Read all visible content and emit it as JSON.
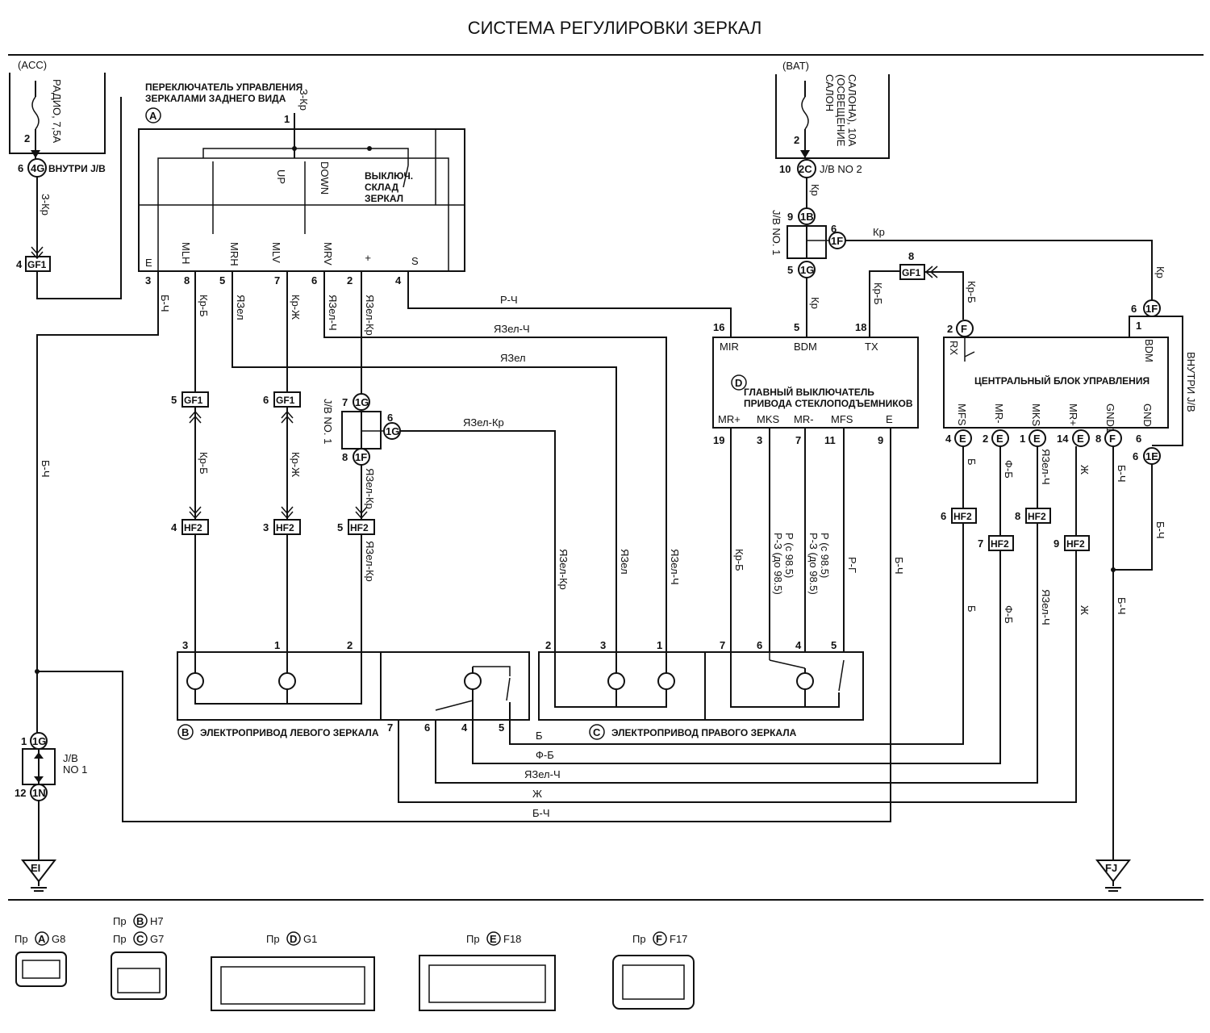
{
  "title": "СИСТЕМА РЕГУЛИРОВКИ ЗЕРКАЛ",
  "fuses": {
    "acc": {
      "tag": "(ACC)",
      "label1": "РАДИО, 7,5А",
      "pin": "2",
      "conn_pin": "6",
      "conn": "4G",
      "conn_note": "ВНУТРИ J/B"
    },
    "bat": {
      "tag": "(BAT)",
      "label1": "САЛОН",
      "label2": "(ОСВЕЩЕНИЕ",
      "label3": "САЛОНА), 10А",
      "pin": "2",
      "conn_pin": "10",
      "conn": "2C",
      "conn_note": "J/B NO 2"
    }
  },
  "switch_a": {
    "letter": "A",
    "label1": "ПЕРЕКЛЮЧАТЕЛЬ УПРАВЛЕНИЯ",
    "label2": "ЗЕРКАЛАМИ ЗАДНЕГО ВИДА",
    "up": "UP",
    "down": "DOWN",
    "fold1": "ВЫКЛЮЧ.",
    "fold2": "СКЛАД",
    "fold3": "ЗЕРКАЛ",
    "pins": [
      "3",
      "8",
      "5",
      "7",
      "6",
      "2",
      "4",
      "1"
    ],
    "terms": [
      "E",
      "MLH",
      "MRH",
      "MLV",
      "MRV",
      "+",
      "S"
    ]
  },
  "wires": {
    "zkr": "З-Кр",
    "kr": "Кр",
    "bch": "Б-Ч",
    "krchb": "Кр-Б",
    "krchzh": "Кр-Ж",
    "yazel": "ЯЗел",
    "yazelch": "ЯЗел-Ч",
    "yazelkr": "ЯЗел-Кр",
    "rch": "Р-Ч",
    "krb": "Кр-Б",
    "b": "Б",
    "fb": "Ф-Б",
    "zh": "Ж",
    "krchb2": "Кр-Б",
    "rg": "Р-Г",
    "r3a": "Р-З (до 98.5)",
    "r3b": "Р (с 98.5)"
  },
  "connectors": {
    "gf1": "GF1",
    "hf2": "HF2",
    "jb1": "J/B NO. 1",
    "jb1b": "J/B",
    "jb1c": "NO 1"
  },
  "d_block": {
    "letter": "D",
    "label1": "ГЛАВНЫЙ ВЫКЛЮЧАТЕЛЬ",
    "label2": "ПРИВОДА СТЕКЛОПОДЪЕМНИКОВ",
    "top_terms": [
      "MIR",
      "BDM",
      "TX"
    ],
    "top_pins": [
      "16",
      "5",
      "18"
    ],
    "bot_terms": [
      "MR+",
      "MKS",
      "MR-",
      "MFS",
      "E"
    ],
    "bot_pins": [
      "19",
      "3",
      "7",
      "11",
      "9"
    ]
  },
  "ecu": {
    "label": "ЦЕНТРАЛЬНЫЙ БЛОК УПРАВЛЕНИЯ",
    "top_terms": [
      "RX",
      "BDM"
    ],
    "bot_terms": [
      "MFS",
      "MR-",
      "MKS",
      "MR+",
      "GND1",
      "GND"
    ],
    "bot_pins": [
      "4",
      "2",
      "1",
      "14",
      "8",
      "6"
    ],
    "note": "ВНУТРИ J/B"
  },
  "mirrors": {
    "left": {
      "letter": "B",
      "label": "ЭЛЕКТРОПРИВОД ЛЕВОГО ЗЕРКАЛА",
      "pins": [
        "3",
        "1",
        "2",
        "7",
        "6",
        "4",
        "5"
      ]
    },
    "right": {
      "letter": "C",
      "label": "ЭЛЕКТРОПРИВОД ПРАВОГО ЗЕРКАЛА",
      "pins": [
        "2",
        "3",
        "1",
        "7",
        "6",
        "4",
        "5"
      ]
    }
  },
  "grounds": [
    "EI",
    "FJ"
  ],
  "legend": [
    {
      "prefix": "Пр",
      "letter": "A",
      "code": "G8"
    },
    {
      "prefix": "Пр",
      "letter": "B",
      "code": "H7"
    },
    {
      "prefix": "Пр",
      "letter": "C",
      "code": "G7"
    },
    {
      "prefix": "Пр",
      "letter": "D",
      "code": "G1"
    },
    {
      "prefix": "Пр",
      "letter": "E",
      "code": "F18"
    },
    {
      "prefix": "Пр",
      "letter": "F",
      "code": "F17"
    }
  ]
}
